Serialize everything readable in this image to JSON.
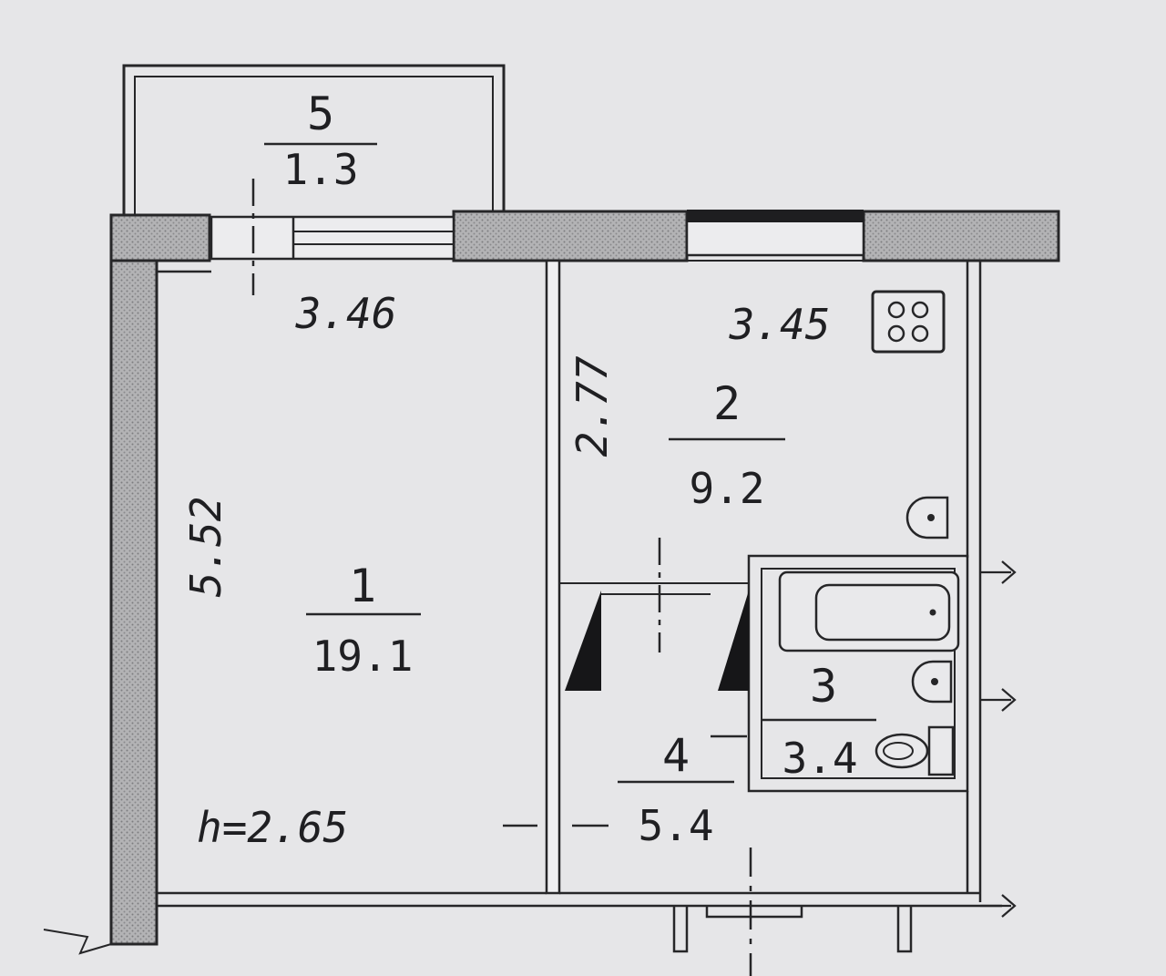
{
  "rooms": [
    {
      "number": "1",
      "area": "19.1"
    },
    {
      "number": "2",
      "area": "9.2"
    },
    {
      "number": "3",
      "area": "3.4"
    },
    {
      "number": "4",
      "area": "5.4"
    },
    {
      "number": "5",
      "area": "1.3"
    }
  ],
  "dimensions": {
    "room1_width": "3.46",
    "room1_length": "5.52",
    "room2_width": "3.45",
    "room2_length": "2.77"
  },
  "ceiling_height": "h=2.65",
  "icons": [
    "stove-icon",
    "bathtub-icon",
    "sink-icon",
    "toilet-icon"
  ],
  "colors": {
    "background": "#e6e6e8",
    "wall_fill": "#a9a9ab",
    "line": "#262628"
  }
}
